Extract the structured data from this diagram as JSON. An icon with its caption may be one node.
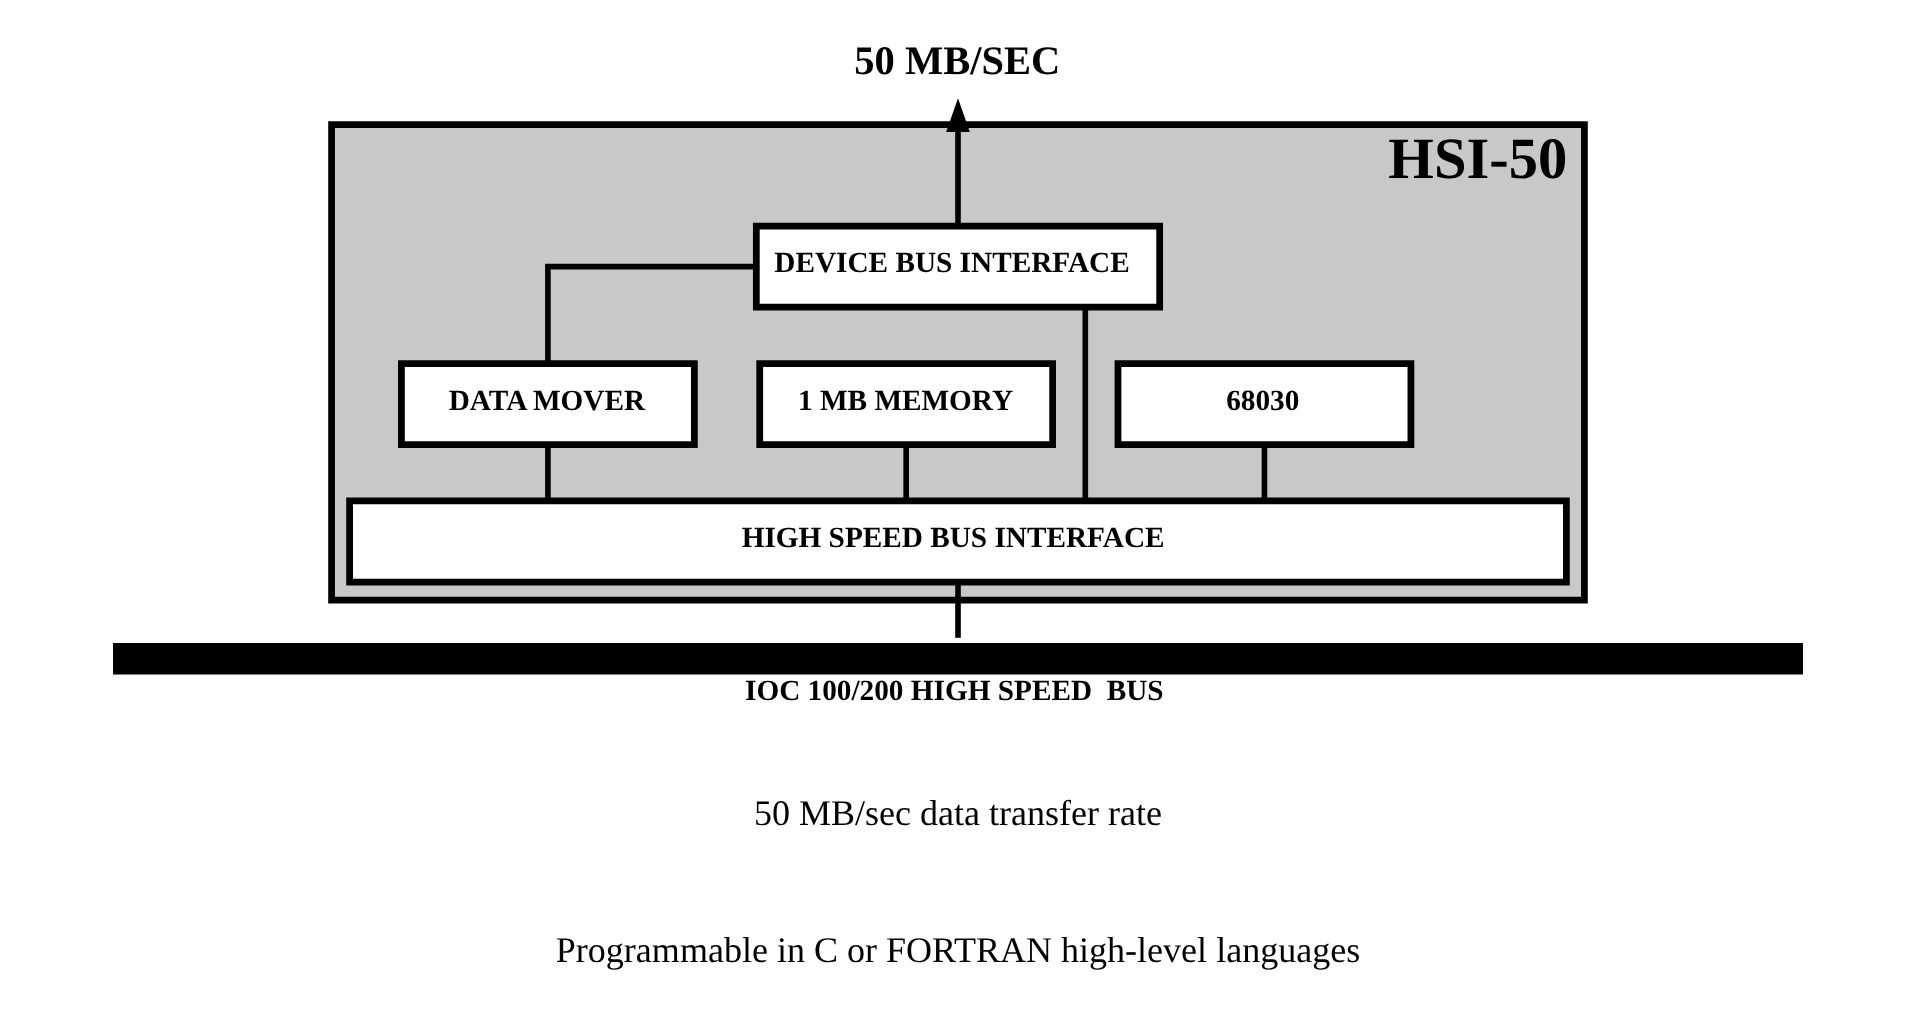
{
  "diagram": {
    "nodes": [
      {
        "text": [
          "HSI-50"
        ]
      },
      {
        "text": [
          "DEVICE BUS INTERFACE"
        ],
        "in": 0
      },
      {
        "text": [
          "DATA MOVER"
        ],
        "in": 0
      },
      {
        "text": [
          "1 MB MEMORY"
        ],
        "in": 0
      },
      {
        "text": [
          "68030"
        ],
        "in": 0
      },
      {
        "text": [
          "HIGH SPEED BUS INTERFACE"
        ],
        "in": 0
      },
      {
        "text": [
          "IOC 100/200 HIGH SPEED  BUS"
        ]
      },
      {
        "text": [
          "50 MB/SEC"
        ]
      }
    ],
    "edges": [
      {
        "from": 1,
        "to": 7,
        "arrow": "to"
      },
      {
        "from": 1,
        "to": 2,
        "arrow": "none"
      },
      {
        "from": 1,
        "to": 5,
        "arrow": "none"
      },
      {
        "from": 2,
        "to": 5,
        "arrow": "none"
      },
      {
        "from": 3,
        "to": 5,
        "arrow": "none"
      },
      {
        "from": 4,
        "to": 5,
        "arrow": "none"
      },
      {
        "from": 5,
        "to": 6,
        "arrow": "none"
      }
    ],
    "labels": [
      "50 MB/sec data transfer rate",
      "Programmable in C or FORTRAN high-level languages"
    ]
  }
}
